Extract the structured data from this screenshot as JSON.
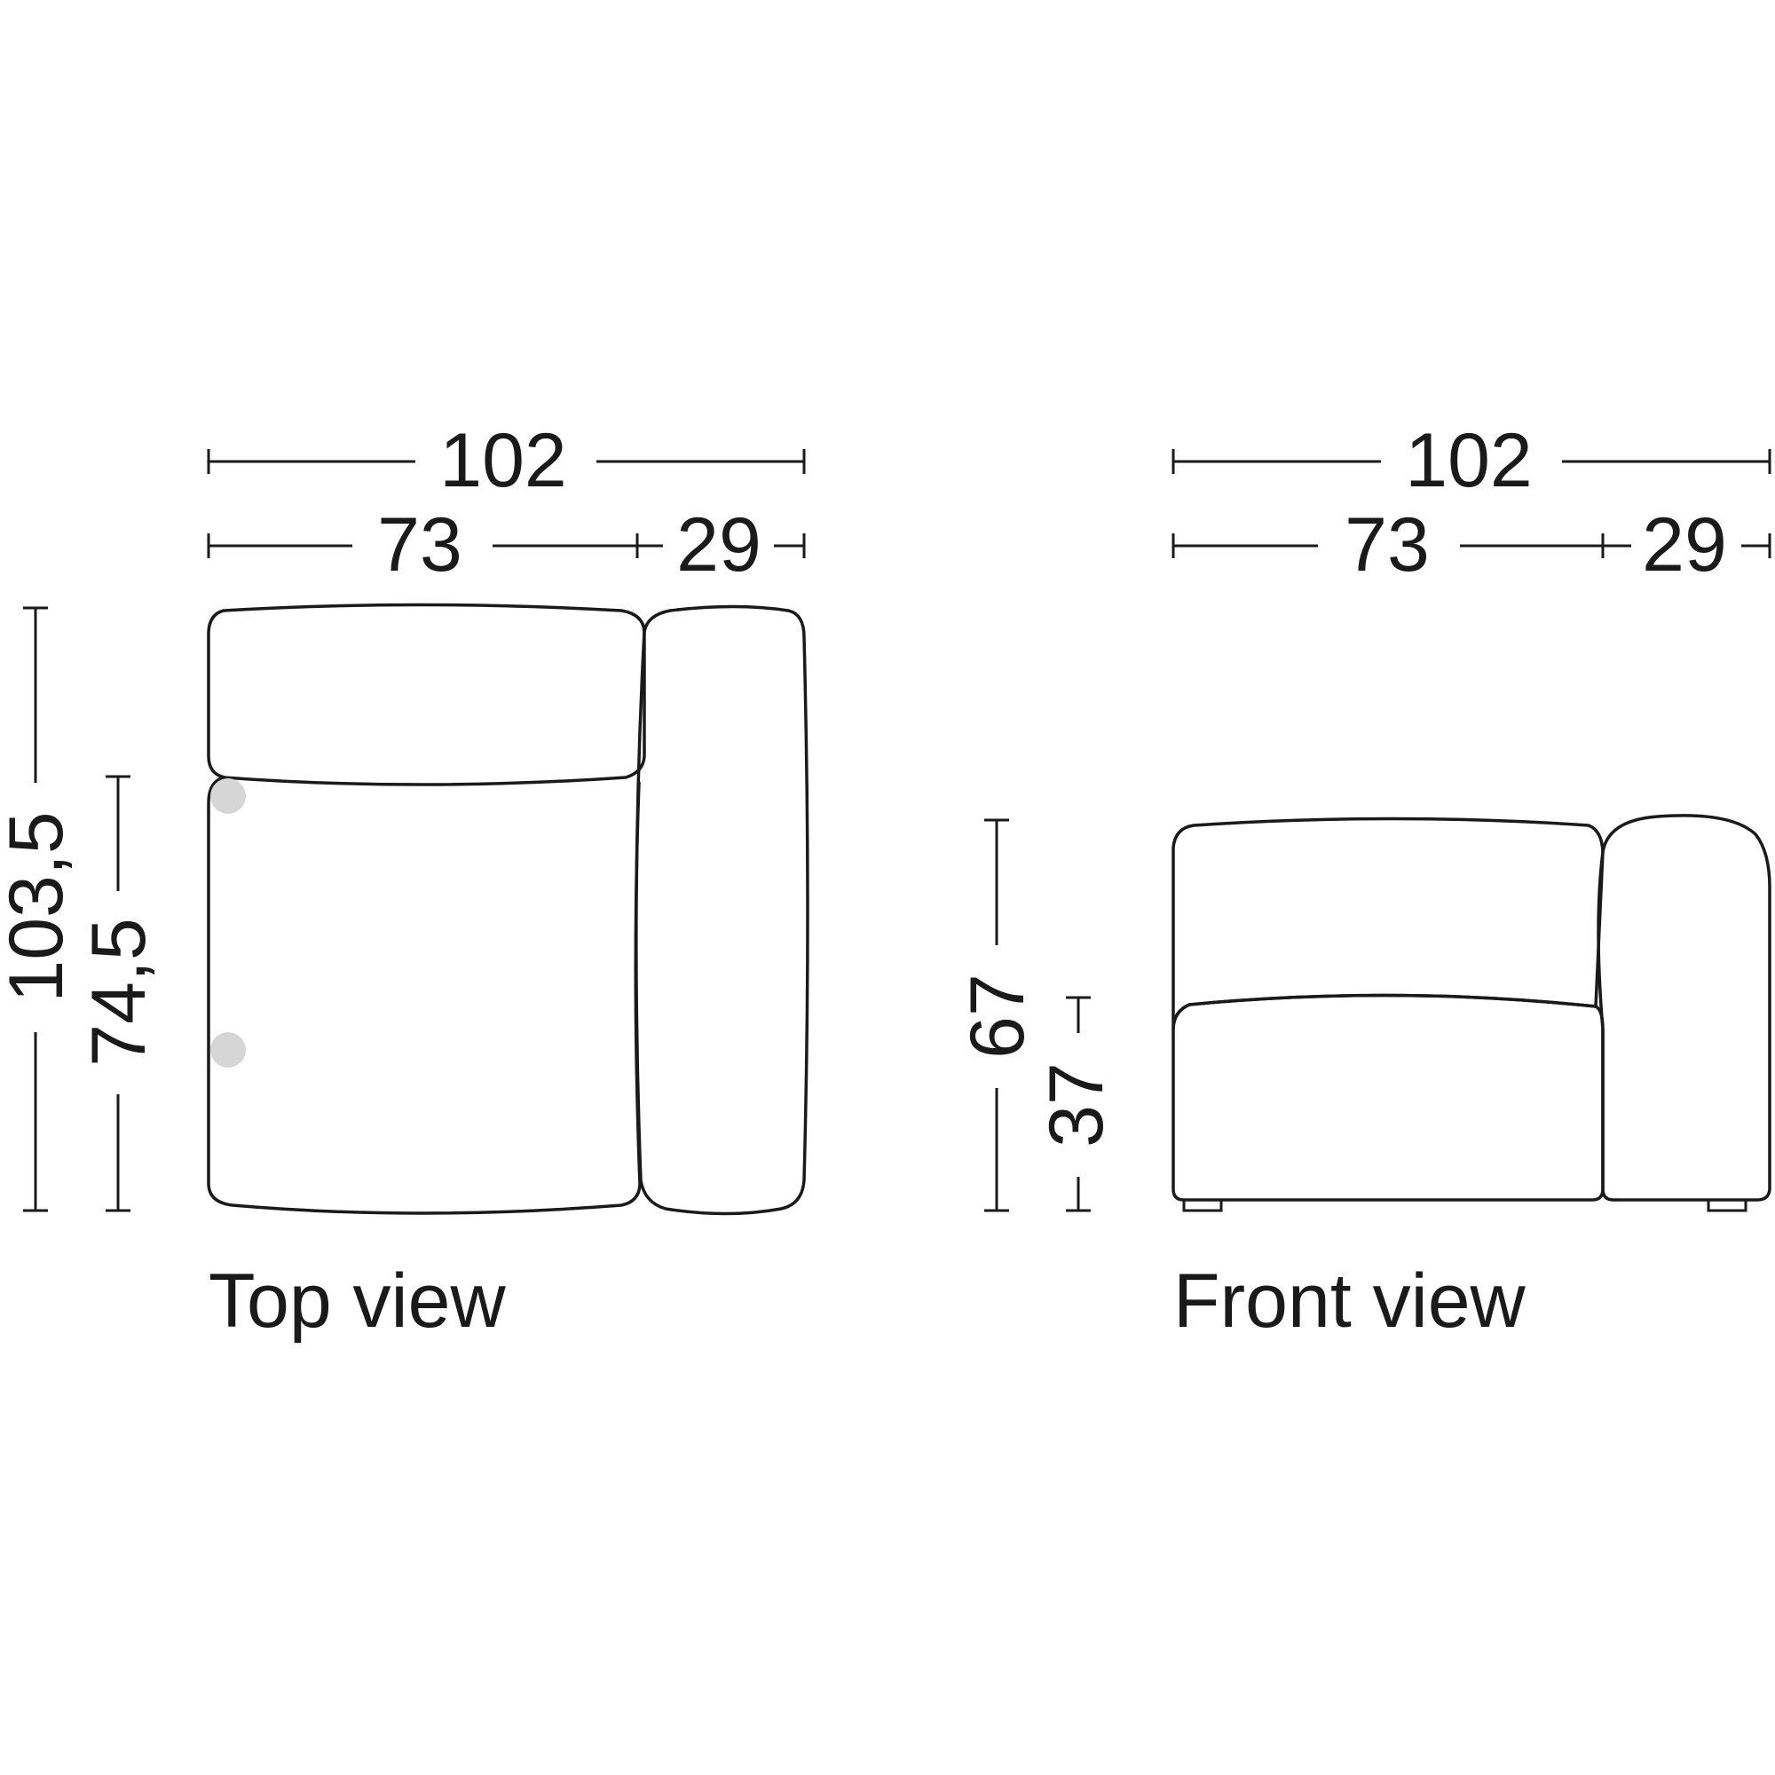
{
  "top_view": {
    "caption": "Top view",
    "width_total": "102",
    "width_seat": "73",
    "width_arm": "29",
    "depth_total": "103,5",
    "depth_seat": "74,5"
  },
  "front_view": {
    "caption": "Front view",
    "width_total": "102",
    "width_seat": "73",
    "width_arm": "29",
    "height_total": "67",
    "height_seat": "37"
  },
  "colors": {
    "line": "#1a1a1a",
    "marker_dot": "#d6d6d6",
    "background": "#ffffff"
  }
}
